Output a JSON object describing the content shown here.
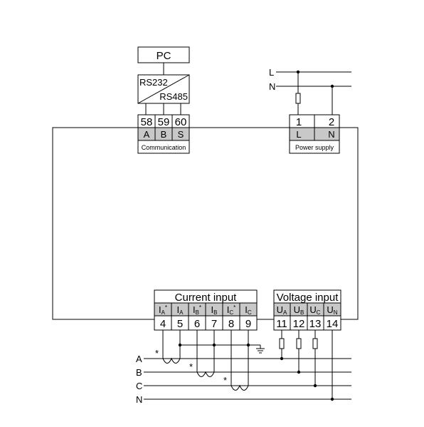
{
  "pc": {
    "label": "PC"
  },
  "converter": {
    "top": "RS232",
    "bottom": "RS485"
  },
  "communication": {
    "numbers": [
      "58",
      "59",
      "60"
    ],
    "letters": [
      "A",
      "B",
      "S"
    ],
    "caption": "Communication"
  },
  "power_supply": {
    "numbers": [
      "1",
      "2"
    ],
    "letters": [
      "L",
      "N"
    ],
    "caption": "Power supply",
    "lines": [
      "L",
      "N"
    ]
  },
  "current_input": {
    "title": "Current input",
    "terminals": [
      {
        "main": "I",
        "sub": "A",
        "sup": "*"
      },
      {
        "main": "I",
        "sub": "A",
        "sup": ""
      },
      {
        "main": "I",
        "sub": "B",
        "sup": "*"
      },
      {
        "main": "I",
        "sub": "B",
        "sup": ""
      },
      {
        "main": "I",
        "sub": "C",
        "sup": "*"
      },
      {
        "main": "I",
        "sub": "C",
        "sup": ""
      }
    ],
    "numbers": [
      "4",
      "5",
      "6",
      "7",
      "8",
      "9"
    ]
  },
  "voltage_input": {
    "title": "Voltage input",
    "terminals": [
      {
        "main": "U",
        "sub": "A"
      },
      {
        "main": "U",
        "sub": "B"
      },
      {
        "main": "U",
        "sub": "C"
      },
      {
        "main": "U",
        "sub": "N"
      }
    ],
    "numbers": [
      "11",
      "12",
      "13",
      "14"
    ]
  },
  "phase_lines": [
    "A",
    "B",
    "C",
    "N"
  ],
  "polarity_mark": "*"
}
